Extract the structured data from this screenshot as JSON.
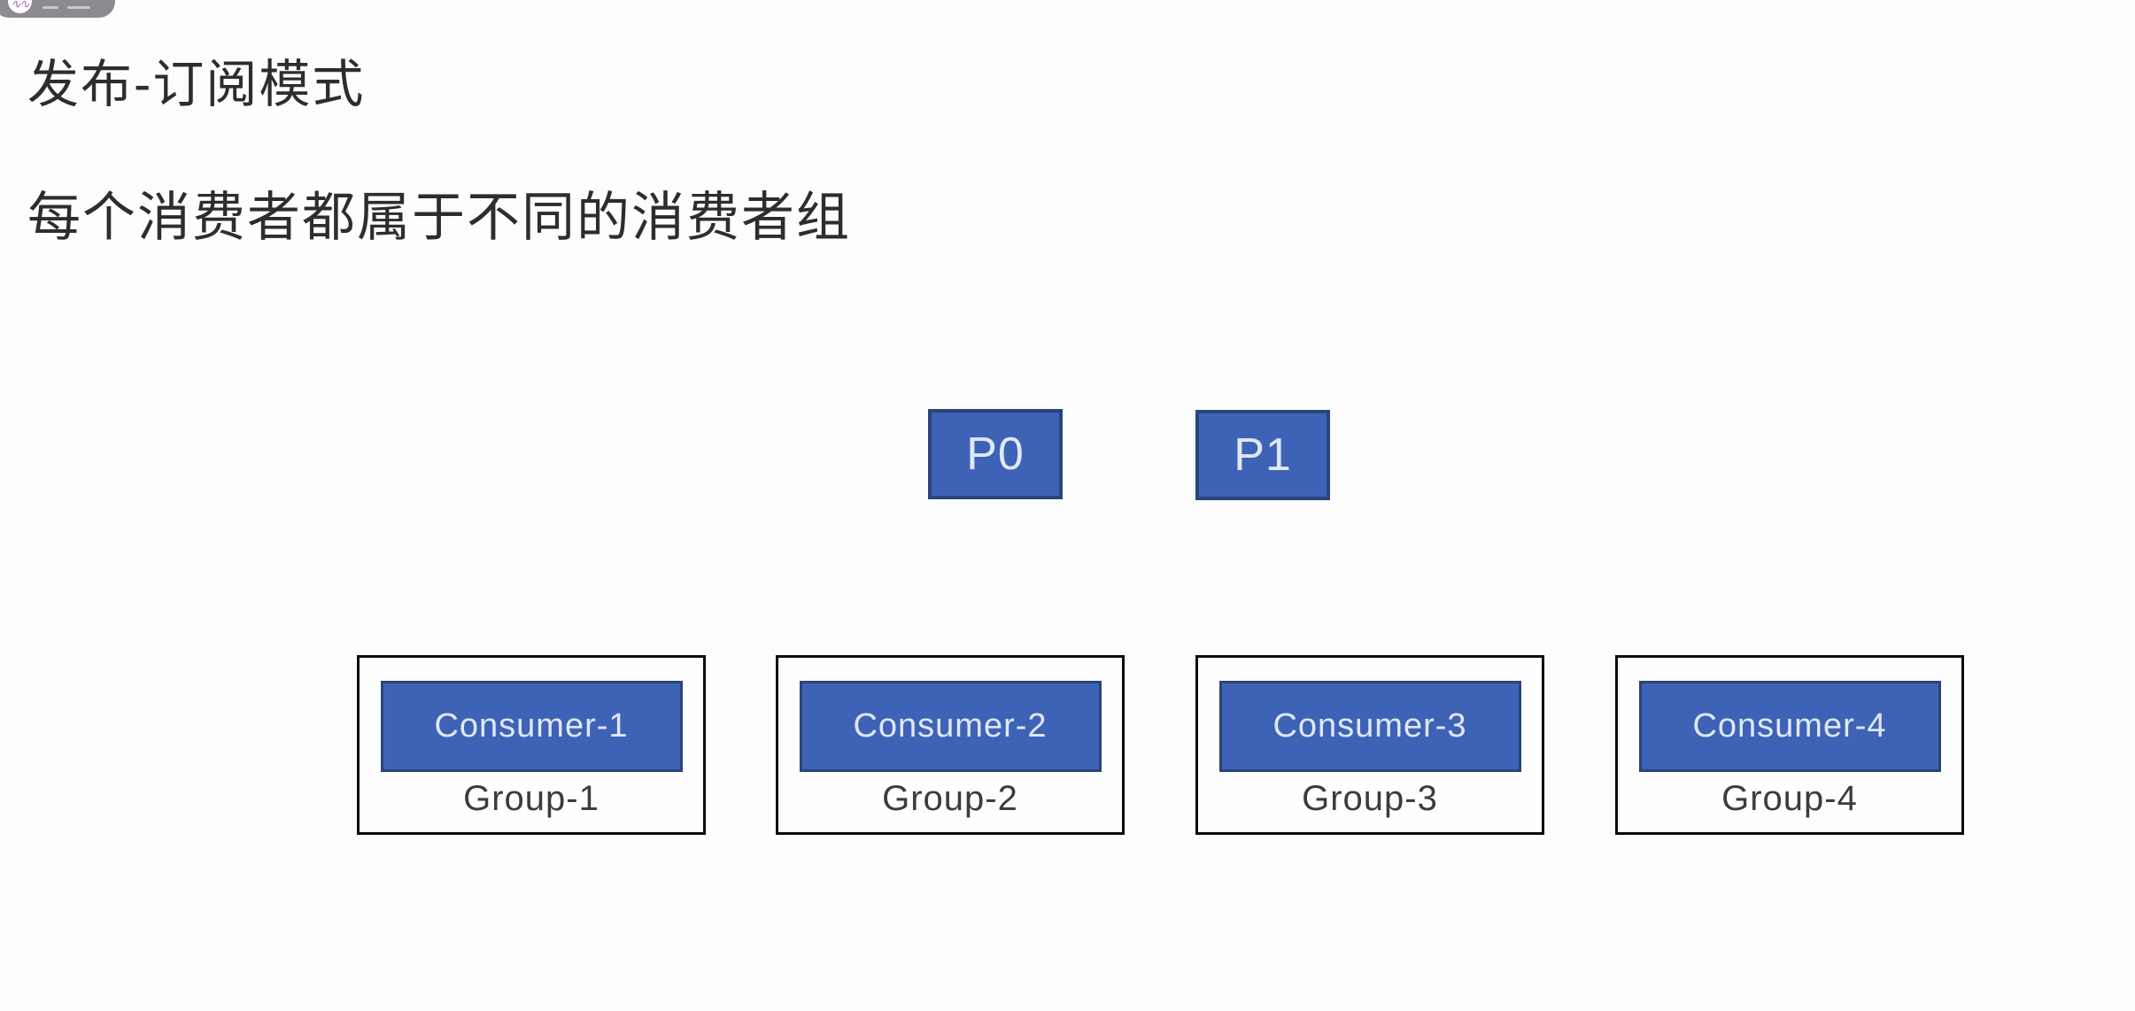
{
  "page": {
    "title": "发布-订阅模式",
    "subtitle": "每个消费者都属于不同的消费者组"
  },
  "watermark": {
    "icon": "logo-circle-icon"
  },
  "diagram": {
    "partitions": [
      {
        "label": "P0"
      },
      {
        "label": "P1"
      }
    ],
    "groups": [
      {
        "consumer_label": "Consumer-1",
        "group_label": "Group-1"
      },
      {
        "consumer_label": "Consumer-2",
        "group_label": "Group-2"
      },
      {
        "consumer_label": "Consumer-3",
        "group_label": "Group-3"
      },
      {
        "consumer_label": "Consumer-4",
        "group_label": "Group-4"
      }
    ]
  },
  "theme": {
    "background": "#fdfdfd",
    "box_fill": "#3e63b6",
    "box_border": "#2a4578",
    "box_text": "#dfe8f7",
    "group_border": "#0c0c0c",
    "heading_text": "#2d2d2d",
    "group_text": "#3c3c3c",
    "watermark_pill": "#8b8b90"
  }
}
